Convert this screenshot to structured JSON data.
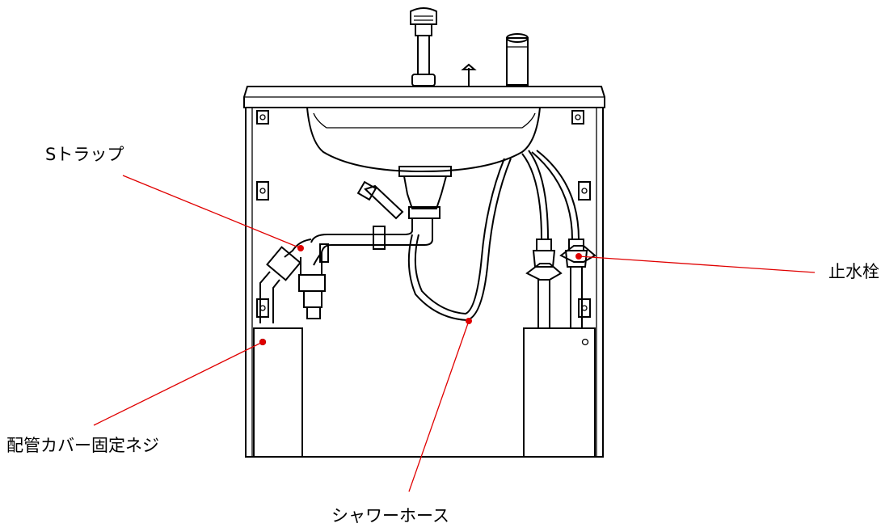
{
  "labels": {
    "s_trap": "Sトラップ",
    "stop_valve": "止水栓",
    "pipe_cover_screw": "配管カバー固定ネジ",
    "shower_hose": "シャワーホース"
  },
  "colors": {
    "leader_line": "#e00000",
    "drawing_line": "#000000",
    "background": "#ffffff"
  }
}
